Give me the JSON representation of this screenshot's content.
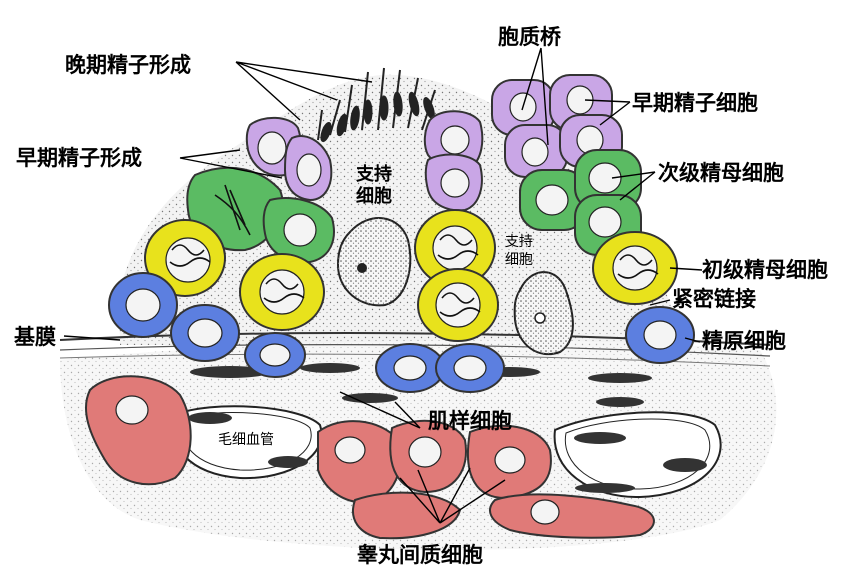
{
  "labels": {
    "late_spermatid": "晚期精子形成",
    "early_spermatid": "早期精子形成",
    "cytoplasmic_bridge": "胞质桥",
    "early_spermatid_right": "早期精子细胞",
    "secondary_spermatocyte": "次级精母细胞",
    "primary_spermatocyte": "初级精母细胞",
    "tight_junction": "紧密链接",
    "spermatogonium": "精原细胞",
    "basement_membrane": "基膜",
    "sertoli_cell_1": "支持\n细胞",
    "sertoli_cell_2": "支持\n细胞",
    "myoid_cell": "肌样细胞",
    "capillary": "毛细血管",
    "leydig_cell": "睾丸间质细胞"
  },
  "colors": {
    "spermatid": "#c9a6e6",
    "secondary_spermatocyte": "#5bbb63",
    "primary_spermatocyte": "#e8e21c",
    "spermatogonium": "#5c7fe0",
    "leydig": "#e07a78",
    "sertoli_cytoplasm": "#f3f3f3",
    "interstitium": "#f7f7f7"
  }
}
